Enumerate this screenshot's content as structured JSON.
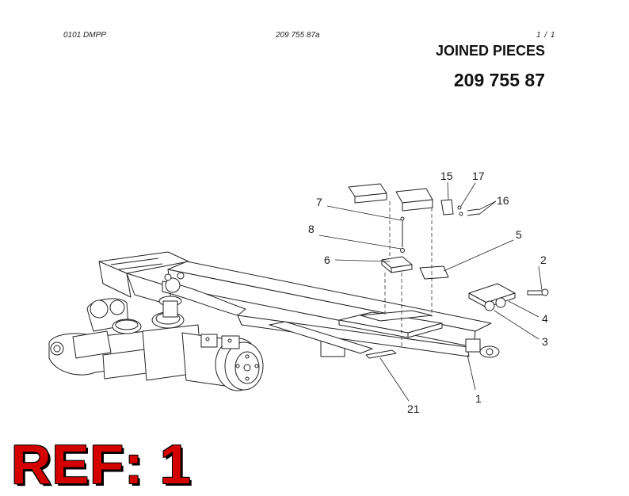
{
  "header": {
    "doc_code": "0101 DMPP",
    "drawing_ref": "209 755 87a",
    "page": "1 /   1"
  },
  "title": "JOINED PIECES",
  "part_number": "209 755 87",
  "callouts": [
    "1",
    "2",
    "3",
    "4",
    "5",
    "6",
    "7",
    "8",
    "15",
    "16",
    "17",
    "21"
  ],
  "ref_badge": "REF: 1",
  "colors": {
    "ref_badge": "#d40000",
    "line": "#222222"
  }
}
